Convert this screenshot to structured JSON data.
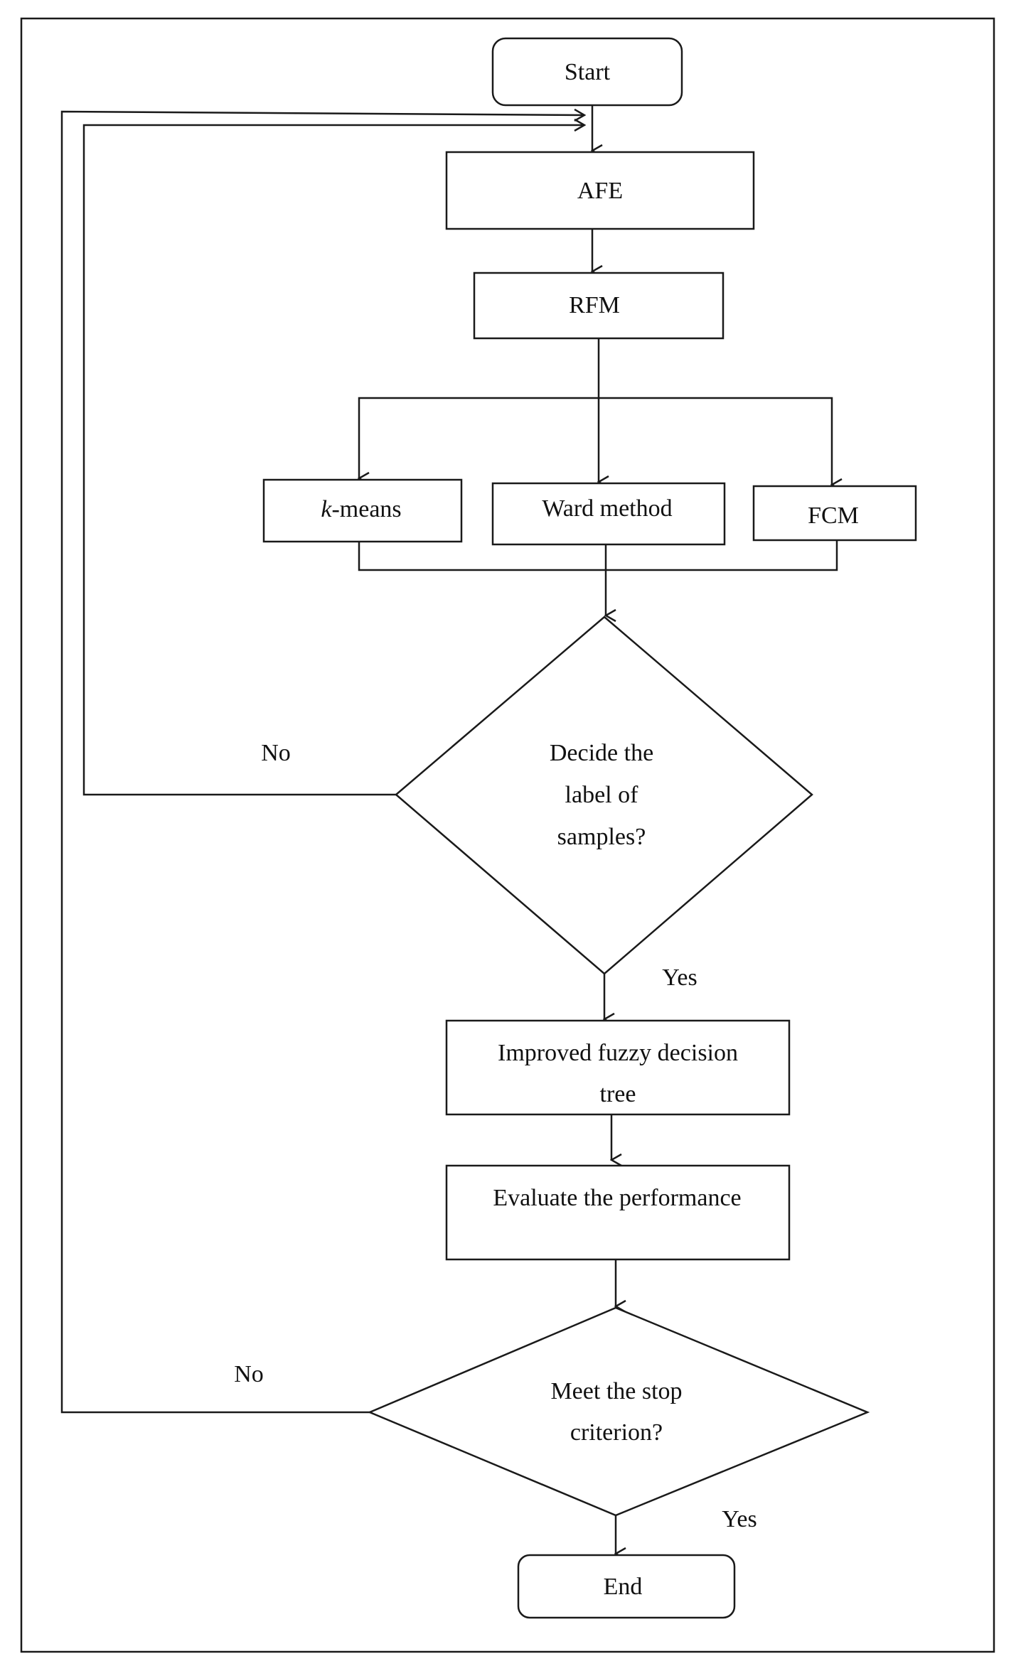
{
  "nodes": {
    "start": "Start",
    "afe": "AFE",
    "rfm": "RFM",
    "kmeans_italic": "k",
    "kmeans_rest": "-means",
    "ward": "Ward method",
    "fcm": "FCM",
    "decide": [
      "Decide the",
      "label of",
      "samples?"
    ],
    "fuzzy_tree": [
      "Improved fuzzy decision",
      "tree"
    ],
    "evaluate": "Evaluate the performance",
    "stop": [
      "Meet the stop",
      "criterion?"
    ],
    "end": "End"
  },
  "edge_labels": {
    "decide_no": "No",
    "decide_yes": "Yes",
    "stop_no": "No",
    "stop_yes": "Yes"
  }
}
